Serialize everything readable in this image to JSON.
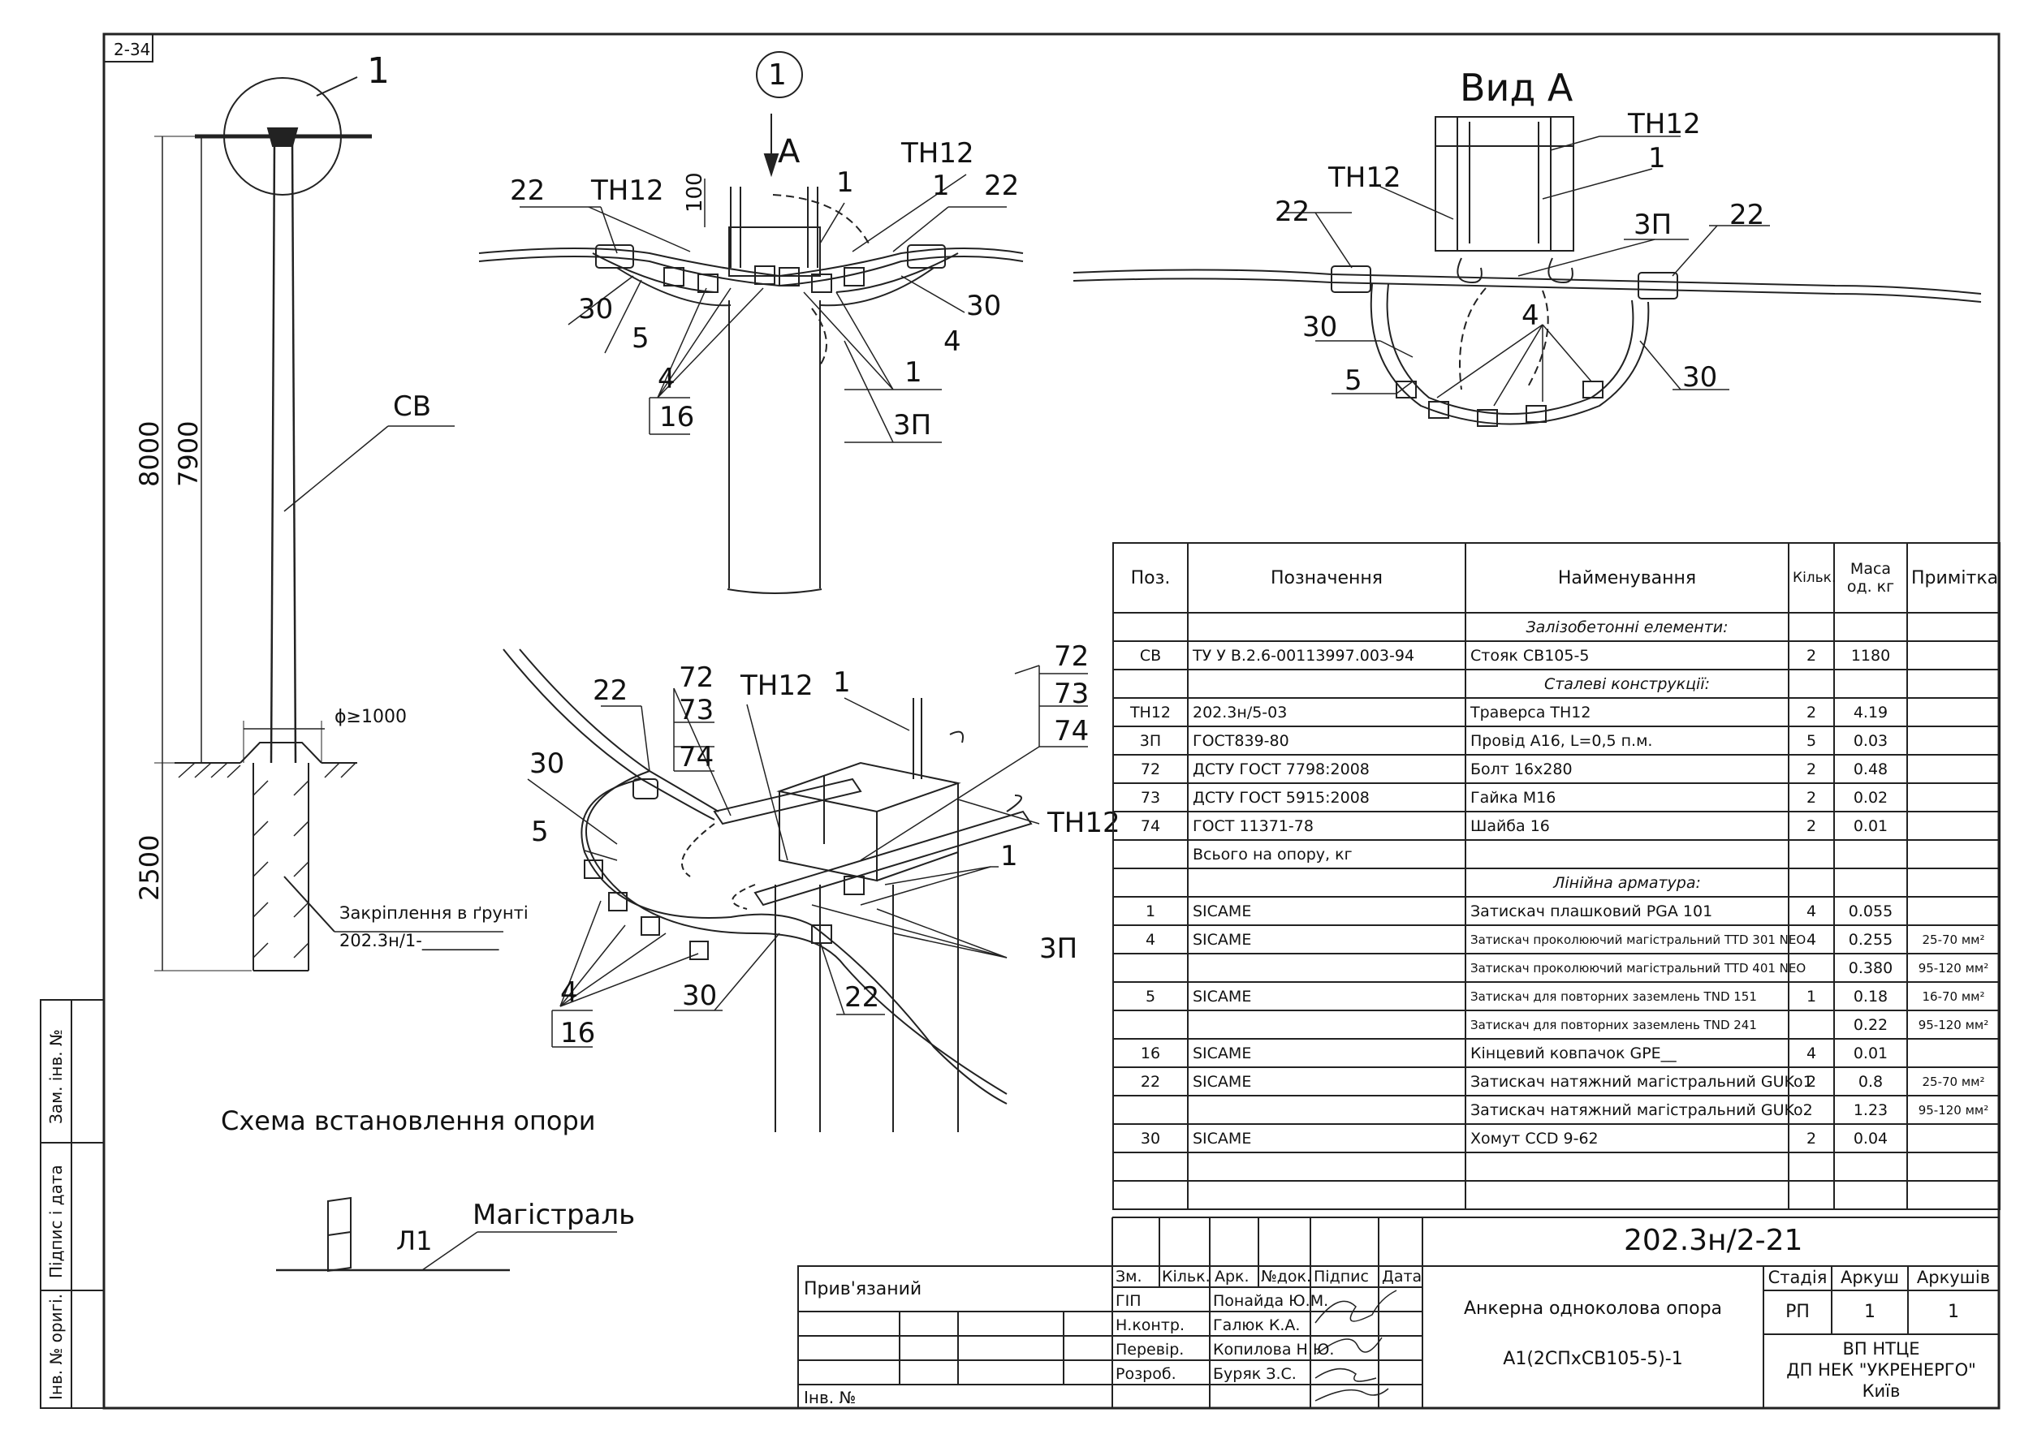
{
  "sheet": {
    "code": "2-34"
  },
  "drawing": {
    "leftElevation": {
      "callout": "1",
      "pole": "СВ",
      "dim8000": "8000",
      "dim7900": "7900",
      "dim2500": "2500",
      "dimDiameter": "ϕ≥1000",
      "soilLabel": "Закріплення в ґрунті",
      "soilRef": "202.3н/1-_________",
      "caption": "Схема встановлення опори"
    },
    "detail": {
      "callout": "1",
      "viewArrow": "A",
      "dim100": "100",
      "labels": [
        "22",
        "ТН12",
        "1",
        "ТН12",
        "1",
        "22",
        "30",
        "5",
        "4",
        "16",
        "30",
        "4",
        "1",
        "3П"
      ]
    },
    "viewA": {
      "title": "Вид А",
      "labels": [
        "ТН12",
        "ТН12",
        "1",
        "22",
        "3П",
        "22",
        "30",
        "4",
        "5",
        "30"
      ]
    },
    "iso": {
      "labels": [
        "72",
        "73",
        "74",
        "22",
        "72",
        "73",
        "74",
        "ТН12",
        "1",
        "30",
        "5",
        "ТН12",
        "1",
        "3П",
        "4",
        "16",
        "30",
        "22"
      ]
    },
    "route": {
      "label": "Л1",
      "main": "Магістраль"
    }
  },
  "spec": {
    "headers": [
      "Поз.",
      "Позначення",
      "Найменування",
      "Кільк.",
      "Маса од. кг",
      "Примітка"
    ],
    "rows": [
      {
        "type": "section",
        "text": "Залізобетонні елементи:"
      },
      {
        "pos": "СВ",
        "code": "ТУ У В.2.6-00113997.003-94",
        "name": "Стояк СВ105-5",
        "qty": "2",
        "mass": "1180",
        "note": ""
      },
      {
        "type": "section",
        "text": "Сталеві конструкції:"
      },
      {
        "pos": "ТН12",
        "code": "202.3н/5-03",
        "name": "Траверса ТН12",
        "qty": "2",
        "mass": "4.19",
        "note": ""
      },
      {
        "pos": "3П",
        "code": "ГОСТ839-80",
        "name": "Провід А16, L=0,5 п.м.",
        "qty": "5",
        "mass": "0.03",
        "note": ""
      },
      {
        "pos": "72",
        "code": "ДСТУ ГОСТ 7798:2008",
        "name": "Болт 16х280",
        "qty": "2",
        "mass": "0.48",
        "note": ""
      },
      {
        "pos": "73",
        "code": "ДСТУ ГОСТ 5915:2008",
        "name": "Гайка М16",
        "qty": "2",
        "mass": "0.02",
        "note": ""
      },
      {
        "pos": "74",
        "code": "ГОСТ 11371-78",
        "name": "Шайба 16",
        "qty": "2",
        "mass": "0.01",
        "note": ""
      },
      {
        "pos": "",
        "code": "Всього на опору, кг",
        "name": "",
        "qty": "",
        "mass": "",
        "note": ""
      },
      {
        "type": "section",
        "text": "Лінійна арматура:"
      },
      {
        "pos": "1",
        "code": "SICAME",
        "name": "Затискач плашковий PGA 101",
        "qty": "4",
        "mass": "0.055",
        "note": ""
      },
      {
        "pos": "4",
        "code": "SICAME",
        "name": "Затискач проколюючий магістральний TTD 301 NEO",
        "qty": "4",
        "mass": "0.255",
        "note": "25-70 мм²"
      },
      {
        "pos": "",
        "code": "",
        "name": "Затискач проколюючий магістральний TTD 401 NEO",
        "qty": "",
        "mass": "0.380",
        "note": "95-120 мм²"
      },
      {
        "pos": "5",
        "code": "SICAME",
        "name": "Затискач для повторних заземлень TND 151",
        "qty": "1",
        "mass": "0.18",
        "note": "16-70 мм²"
      },
      {
        "pos": "",
        "code": "",
        "name": "Затискач для повторних заземлень TND 241",
        "qty": "",
        "mass": "0.22",
        "note": "95-120 мм²"
      },
      {
        "pos": "16",
        "code": "SICAME",
        "name": "Кінцевий ковпачок GPE__",
        "qty": "4",
        "mass": "0.01",
        "note": ""
      },
      {
        "pos": "22",
        "code": "SICAME",
        "name": "Затискач натяжний магістральний GUKo1",
        "qty": "2",
        "mass": "0.8",
        "note": "25-70 мм²"
      },
      {
        "pos": "",
        "code": "",
        "name": "Затискач натяжний магістральний GUKo2",
        "qty": "",
        "mass": "1.23",
        "note": "95-120 мм²"
      },
      {
        "pos": "30",
        "code": "SICAME",
        "name": "Хомут CCD 9-62",
        "qty": "2",
        "mass": "0.04",
        "note": ""
      }
    ]
  },
  "titleBlock": {
    "docNumber": "202.3н/2-21",
    "attached": "Прив'язаний",
    "invNo": "Інв. №",
    "colHeaders": [
      "Зм.",
      "Кільк.",
      "Арк.",
      "№док.",
      "Підпис",
      "Дата"
    ],
    "roles": [
      {
        "role": "ГІП",
        "name": "Понайда Ю.М."
      },
      {
        "role": "Н.контр.",
        "name": "Галюк К.А."
      },
      {
        "role": "Перевір.",
        "name": "Копилова Н.Ю."
      },
      {
        "role": "Розроб.",
        "name": "Буряк З.С."
      }
    ],
    "titleLine1": "Анкерна одноколова опора",
    "titleLine2": "А1(2СПхСВ105-5)-1",
    "stageLabel": "Стадія",
    "sheetLabel": "Аркуш",
    "sheetsLabel": "Аркушів",
    "stage": "РП",
    "sheet": "1",
    "sheets": "1",
    "org1": "ВП НТЦЕ",
    "org2": "ДП НЕК \"УКРЕНЕРГО\"",
    "org3": "Київ"
  },
  "sideStamp": [
    "Зам. інв. №",
    "Підпис і дата",
    "Інв. № оригі."
  ]
}
